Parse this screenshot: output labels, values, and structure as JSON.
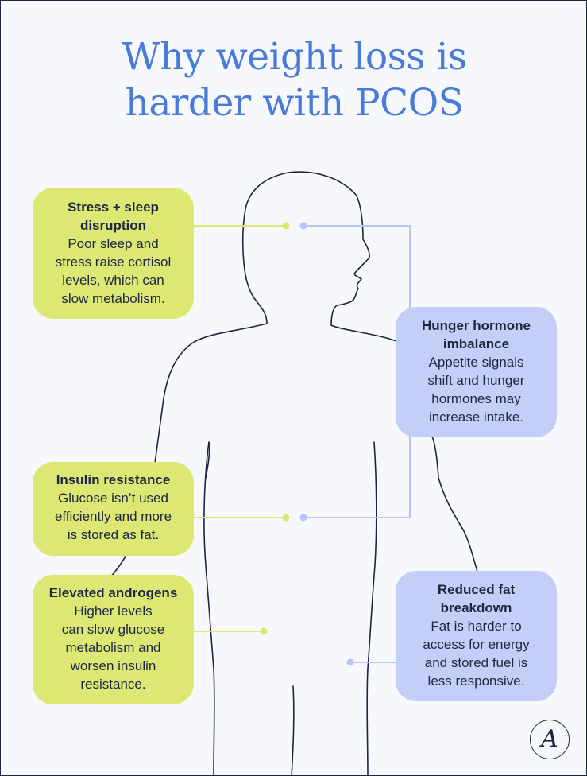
{
  "title": {
    "line1": "Why weight loss is",
    "line2": "harder with PCOS"
  },
  "cards": {
    "stress": {
      "heading_line1": "Stress + sleep",
      "heading_line2": "disruption",
      "body": [
        "Poor sleep and",
        "stress raise cortisol",
        "levels, which can",
        "slow metabolism."
      ]
    },
    "hunger": {
      "heading_line1": "Hunger hormone",
      "heading_line2": "imbalance",
      "body": [
        "Appetite signals",
        "shift and hunger",
        "hormones may",
        "increase intake."
      ]
    },
    "insulin": {
      "heading_line1": "Insulin resistance",
      "body": [
        "Glucose isn’t used",
        "efficiently and more",
        "is stored as fat."
      ]
    },
    "androgens": {
      "heading_line1": "Elevated androgens",
      "body": [
        "Higher levels",
        "can slow glucose",
        "metabolism and",
        "worsen insulin",
        "resistance."
      ]
    },
    "fat": {
      "heading_line1": "Reduced fat",
      "heading_line2": "breakdown",
      "body": [
        "Fat is harder to",
        "access for energy",
        "and stored fuel is",
        "less responsive."
      ]
    }
  },
  "logo": {
    "letter": "A"
  },
  "colors": {
    "title": "#4a7bd8",
    "green_card": "#dde874",
    "blue_card": "#c4cff9",
    "green_connector": "#dde874",
    "blue_connector": "#b8c6f5",
    "outline": "#1d2640",
    "background": "#f6f8fc"
  },
  "icons": [
    "human-body-outline",
    "brand-logo-icon"
  ]
}
